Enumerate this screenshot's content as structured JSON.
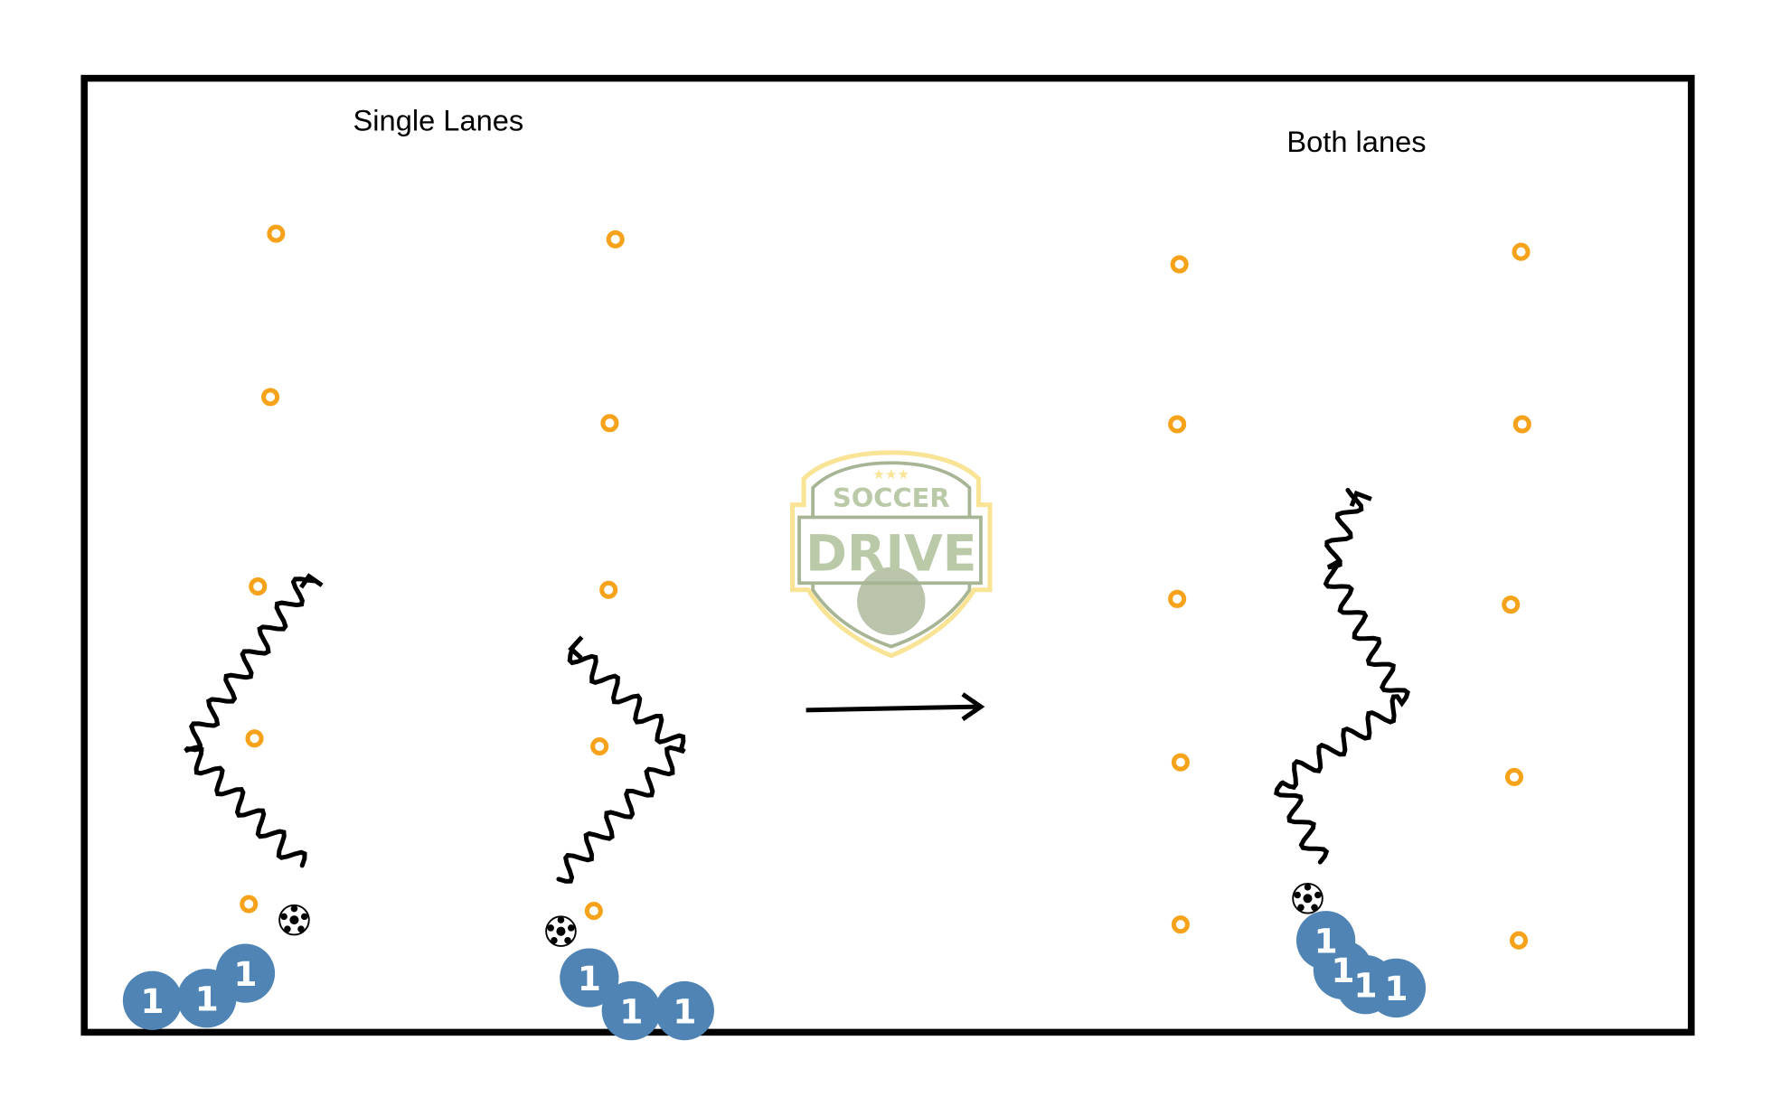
{
  "labels": {
    "left": "Single Lanes",
    "right": "Both lanes"
  },
  "player_number": "1",
  "logo": {
    "top": "SOCCER",
    "main": "DRIVE"
  },
  "colors": {
    "cone": "#f7a21b",
    "player": "#4f84b5",
    "border": "#000000",
    "logo_gold": "#f9e08a",
    "logo_green": "#9fae8a"
  }
}
